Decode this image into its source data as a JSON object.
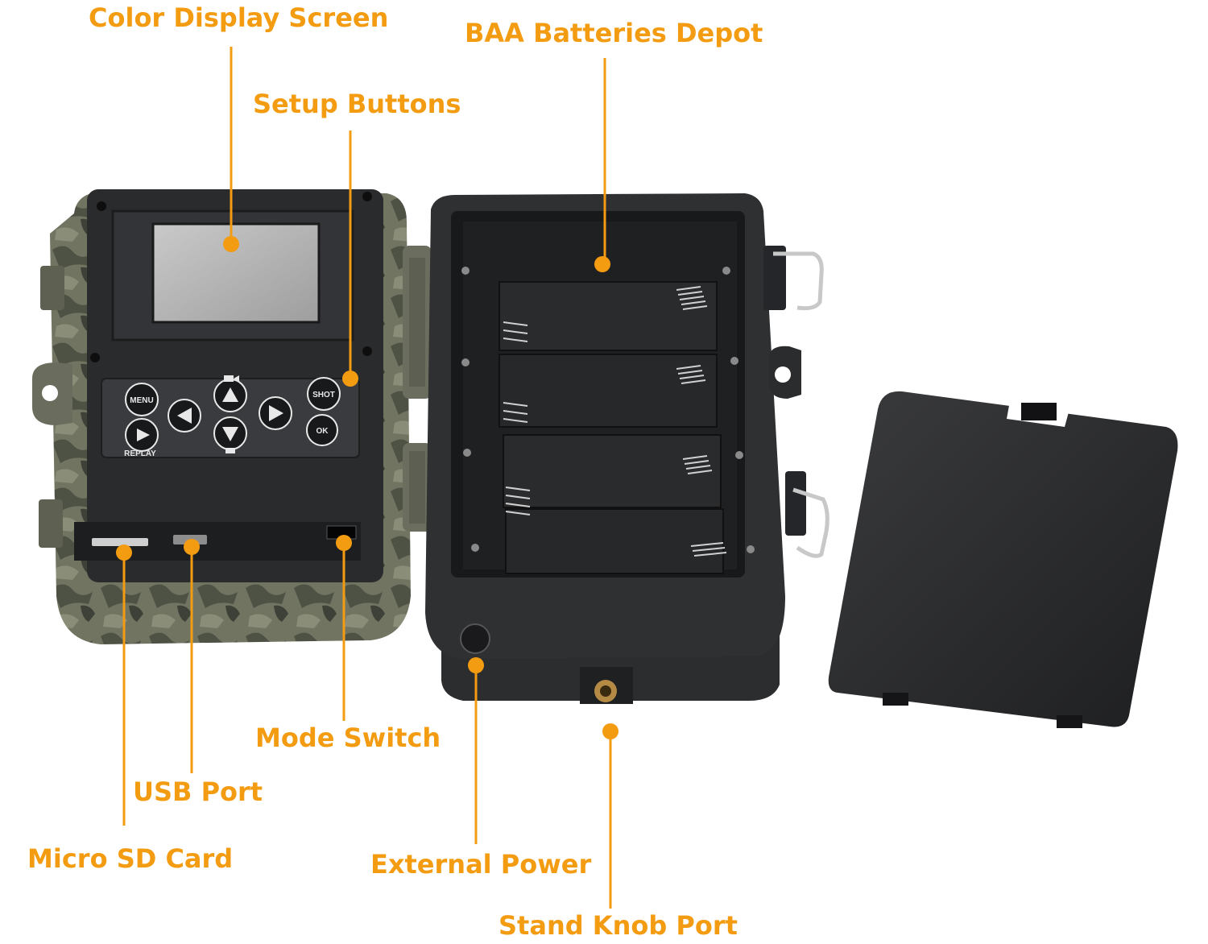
{
  "callouts": {
    "color_display_screen": "Color Display Screen",
    "baa_batteries_depot": "BAA Batteries Depot",
    "setup_buttons": "Setup Buttons",
    "mode_switch": "Mode Switch",
    "usb_port": "USB Port",
    "micro_sd_card": "Micro SD Card",
    "external_power": "External Power",
    "stand_knob_port": "Stand Knob Port"
  },
  "camera_buttons": {
    "menu": "MENU",
    "shot": "SHOT",
    "ok": "OK",
    "replay": "REPLAY"
  },
  "colors": {
    "accent": "#F39C12",
    "camera_body": "#2b2c2e",
    "camo_shell": "#6b6e5e"
  }
}
